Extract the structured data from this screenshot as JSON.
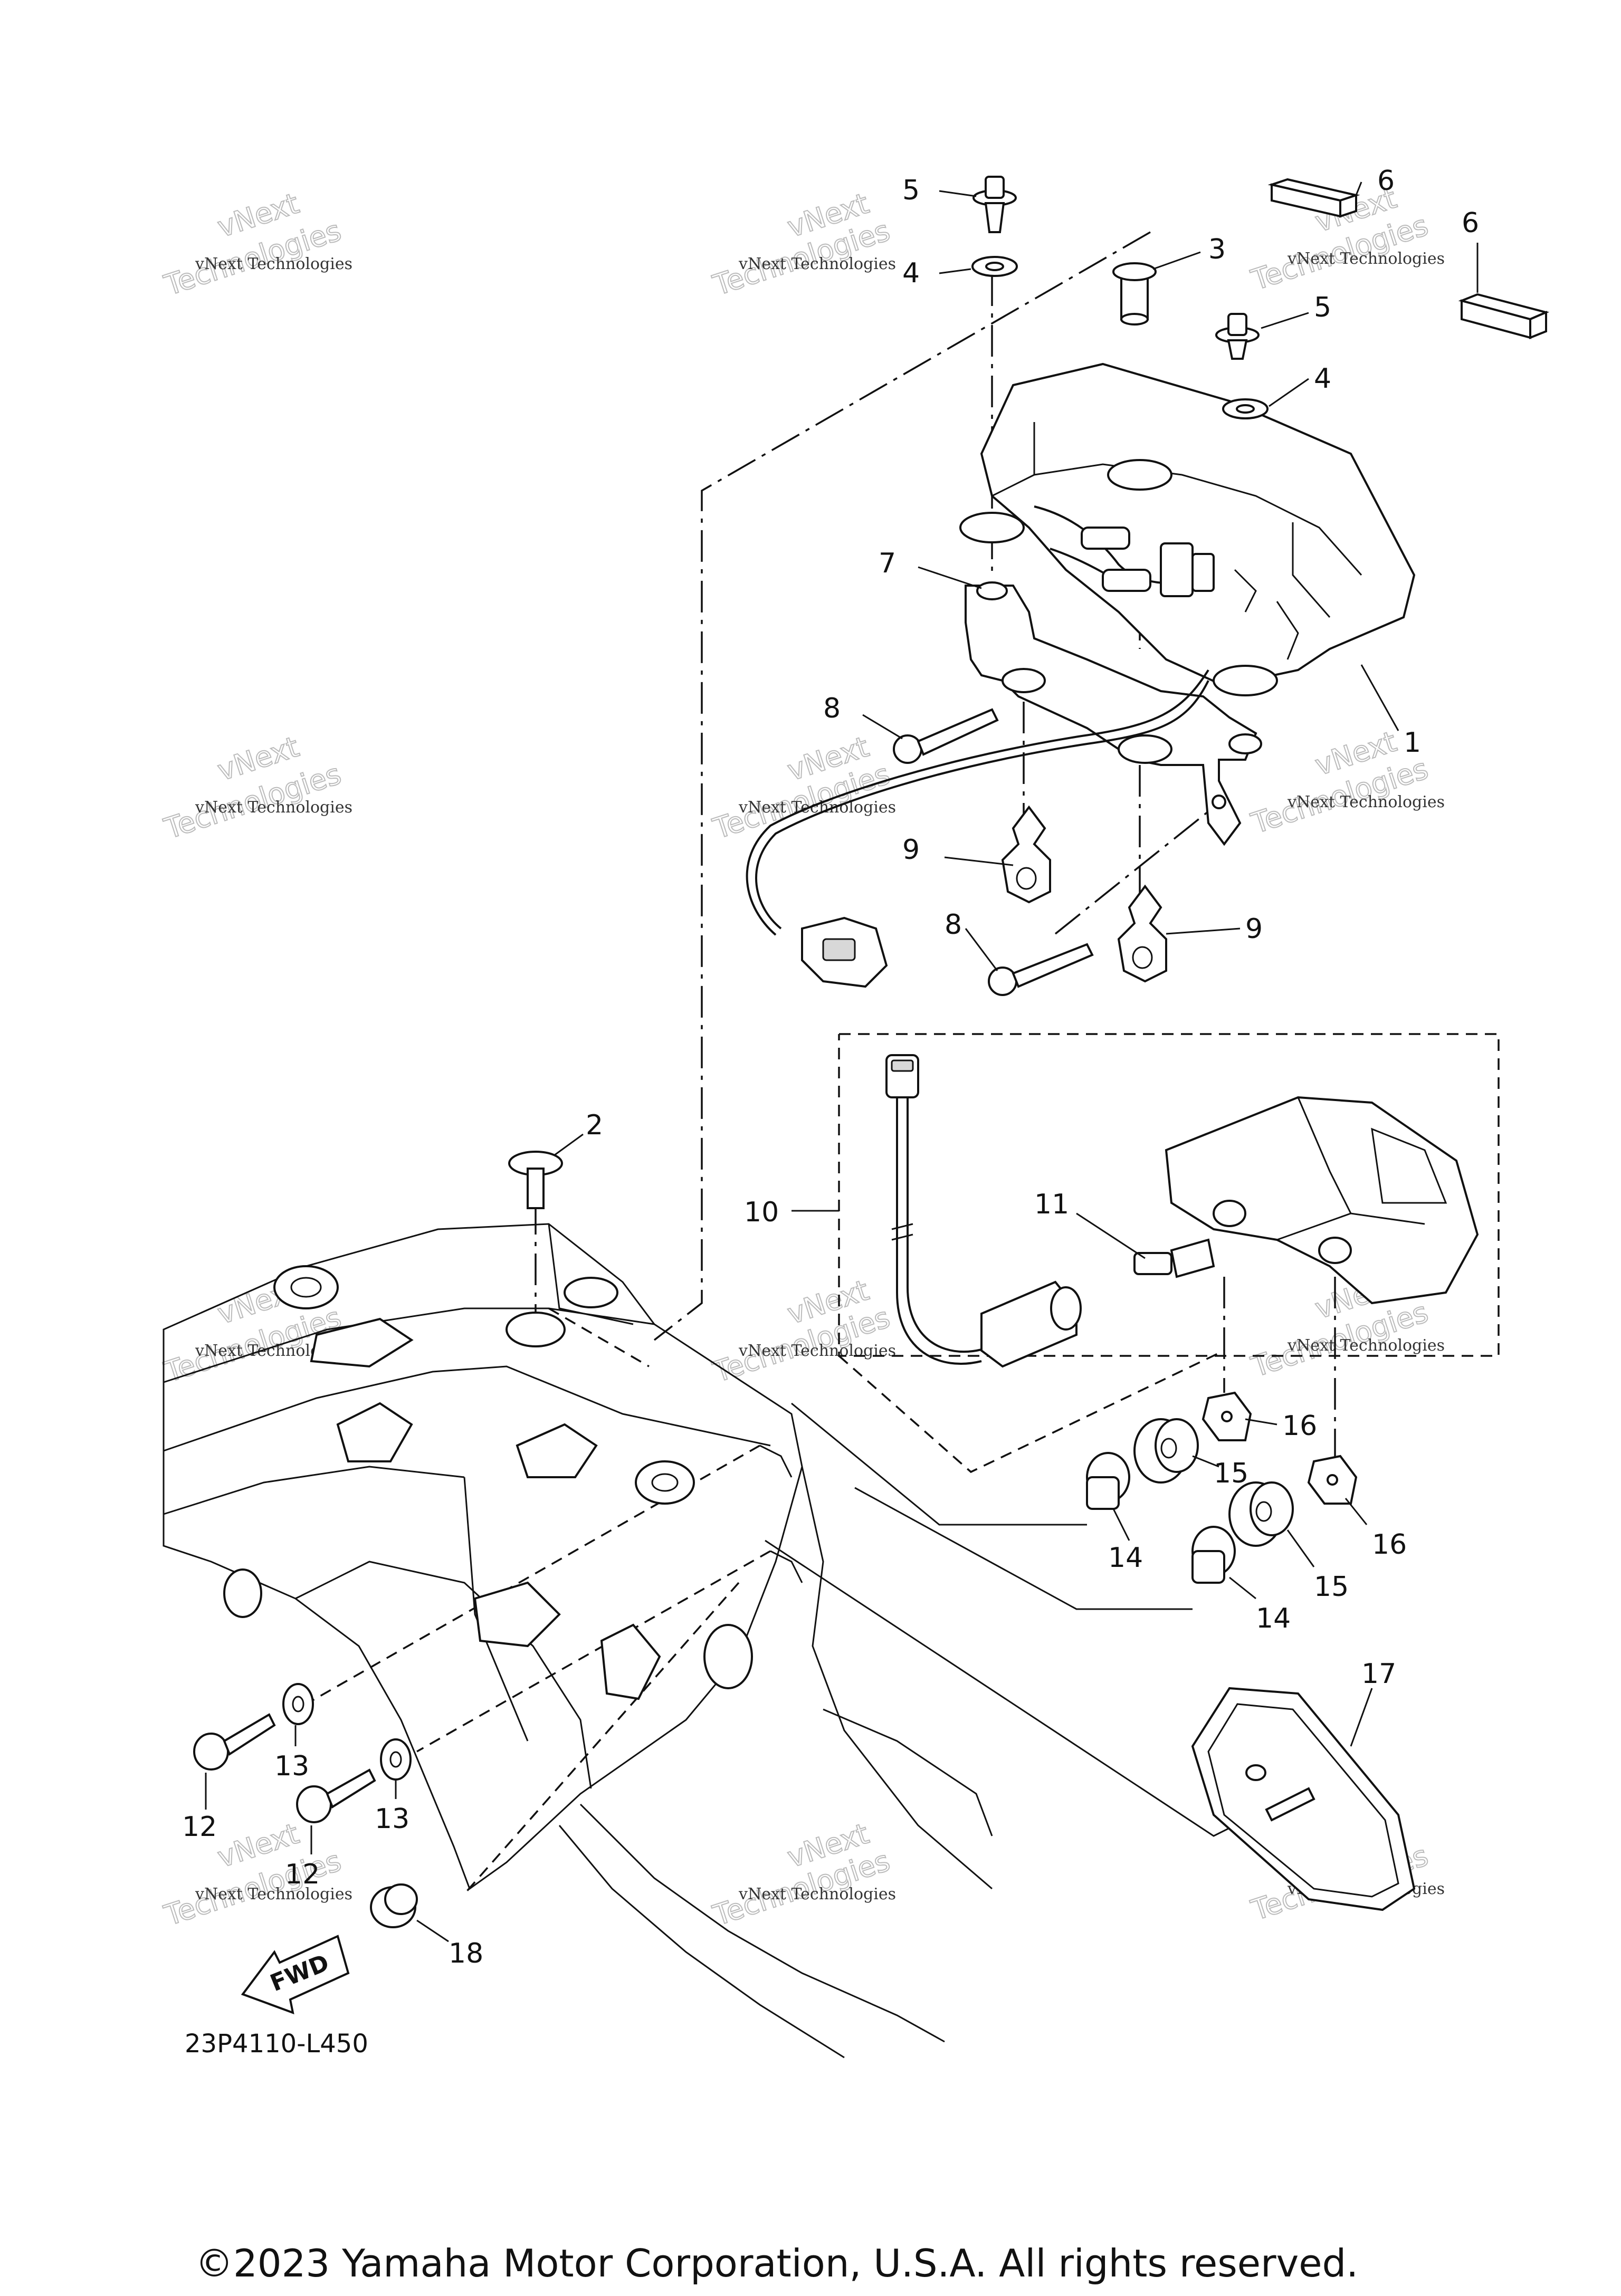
{
  "callouts": [
    "1",
    "2",
    "3",
    "4",
    "4",
    "5",
    "5",
    "6",
    "6",
    "7",
    "8",
    "8",
    "9",
    "9",
    "10",
    "11",
    "12",
    "12",
    "13",
    "13",
    "14",
    "14",
    "15",
    "15",
    "16",
    "16",
    "17",
    "18"
  ],
  "watermark": {
    "line1": "vNext Technologies",
    "line2": "vNext",
    "line3": "Technologies"
  },
  "forward_label": "FWD",
  "diagram_code": "23P4110-L450",
  "copyright": "©2023 Yamaha Motor Corporation, U.S.A. All rights reserved."
}
